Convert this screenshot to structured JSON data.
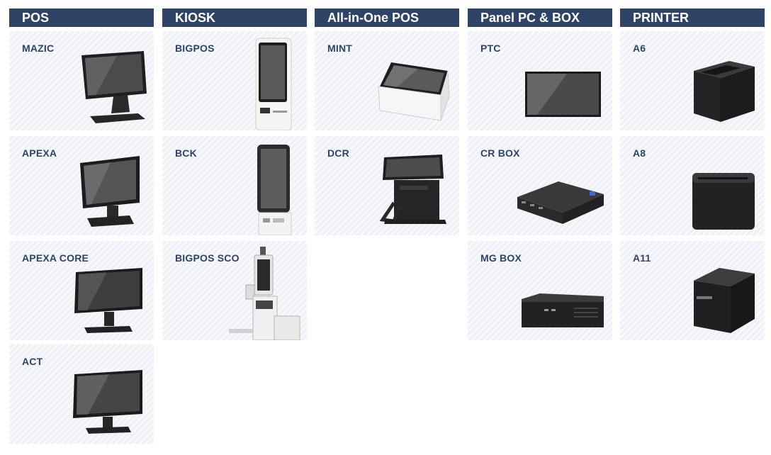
{
  "categories": [
    {
      "title": "POS",
      "products": [
        "MAZIC",
        "APEXA",
        "APEXA CORE",
        "ACT"
      ]
    },
    {
      "title": "KIOSK",
      "products": [
        "BIGPOS",
        "BCK",
        "BIGPOS SCO"
      ]
    },
    {
      "title": "All-in-One POS",
      "products": [
        "MINT",
        "DCR"
      ]
    },
    {
      "title": "Panel PC & BOX",
      "products": [
        "PTC",
        "CR BOX",
        "MG BOX"
      ]
    },
    {
      "title": "PRINTER",
      "products": [
        "A6",
        "A8",
        "A11"
      ]
    }
  ],
  "colors": {
    "header_bg": "#2f4366",
    "card_bg": "#eef2f8",
    "product_text": "#2f4366"
  }
}
